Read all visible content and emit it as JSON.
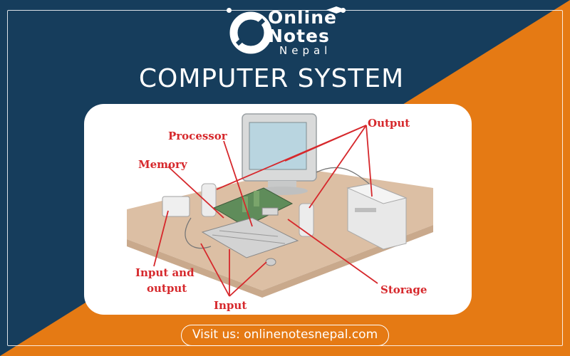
{
  "brand": {
    "line1": "Online",
    "line2": "Notes",
    "line3": "Nepal",
    "colors": {
      "navy": "#163d5c",
      "orange": "#e57a14",
      "white": "#ffffff"
    }
  },
  "title": "COMPUTER SYSTEM",
  "diagram": {
    "labels": {
      "processor": "Processor",
      "memory": "Memory",
      "output": "Output",
      "input_output_line1": "Input and",
      "input_output_line2": "output",
      "input": "Input",
      "storage": "Storage"
    },
    "label_color": "#d6282c"
  },
  "footer": {
    "text": "Visit us: onlinenotesnepal.com"
  }
}
